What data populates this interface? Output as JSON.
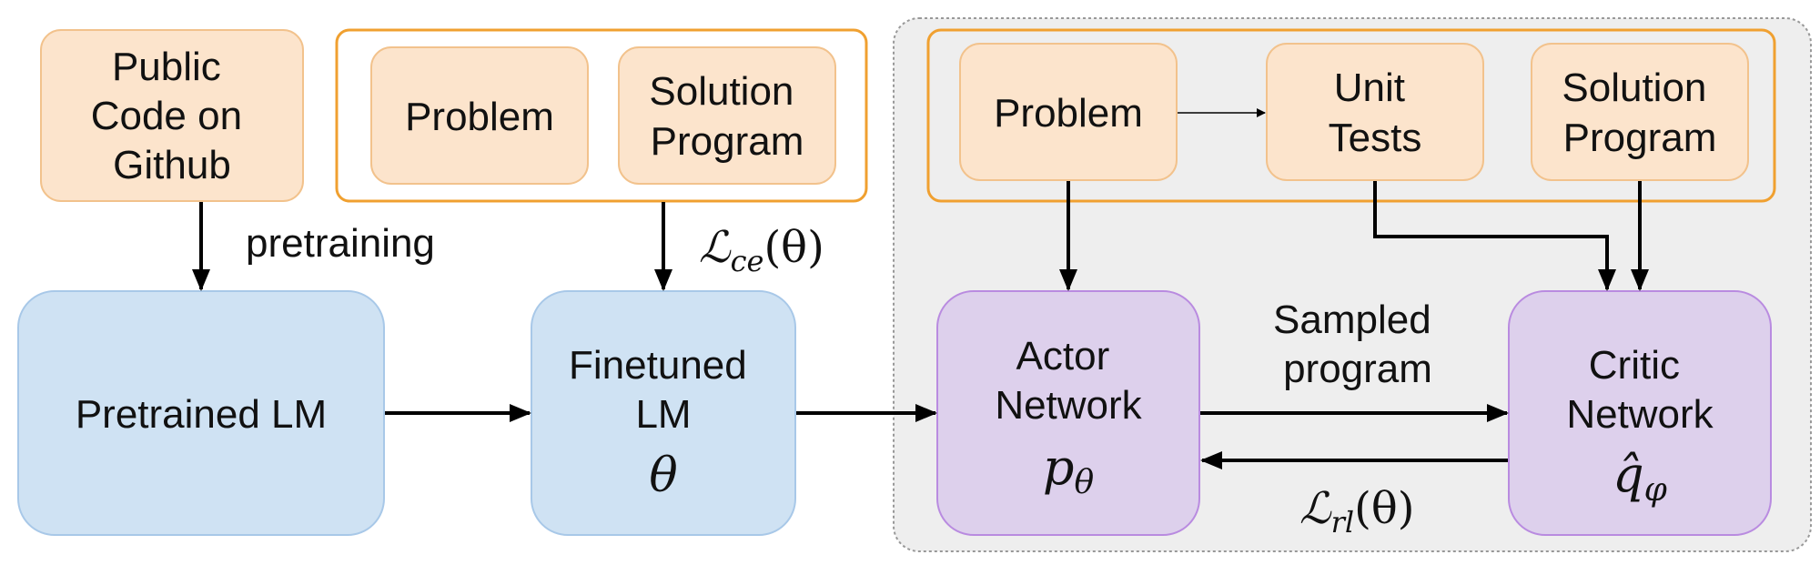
{
  "nodes": {
    "public_code": [
      "Public",
      "Code on",
      "Github"
    ],
    "problem_1": "Problem",
    "solution_1": [
      "Solution",
      "Program"
    ],
    "problem_2": "Problem",
    "unit_tests": [
      "Unit",
      "Tests"
    ],
    "solution_2": [
      "Solution",
      "Program"
    ],
    "pretrained_lm": "Pretrained LM",
    "finetuned_lm": [
      "Finetuned",
      "LM"
    ],
    "finetuned_symbol": "θ",
    "actor": [
      "Actor",
      "Network"
    ],
    "actor_symbol_base": "p",
    "actor_symbol_sub": "θ",
    "critic": [
      "Critic",
      "Network"
    ],
    "critic_symbol_base": "q̂",
    "critic_symbol_sub": "φ"
  },
  "edges": {
    "pretraining_label": "pretraining",
    "sampled_program_label": [
      "Sampled",
      "program"
    ],
    "loss_ce": {
      "script": "ℒ",
      "sub": "ce",
      "arg": "(θ)"
    },
    "loss_rl": {
      "script": "ℒ",
      "sub": "rl",
      "arg": "(θ)"
    }
  },
  "colors": {
    "orange_fill": "#fce4cc",
    "orange_stroke": "#f2c28c",
    "orange_group": "#f0a030",
    "blue_fill": "#cfe2f3",
    "blue_stroke": "#a8c8e8",
    "purple_fill": "#ddd0ec",
    "purple_stroke": "#b98be0",
    "panel_fill": "#eeeeee",
    "panel_stroke": "#999999",
    "arrow": "#000000"
  }
}
